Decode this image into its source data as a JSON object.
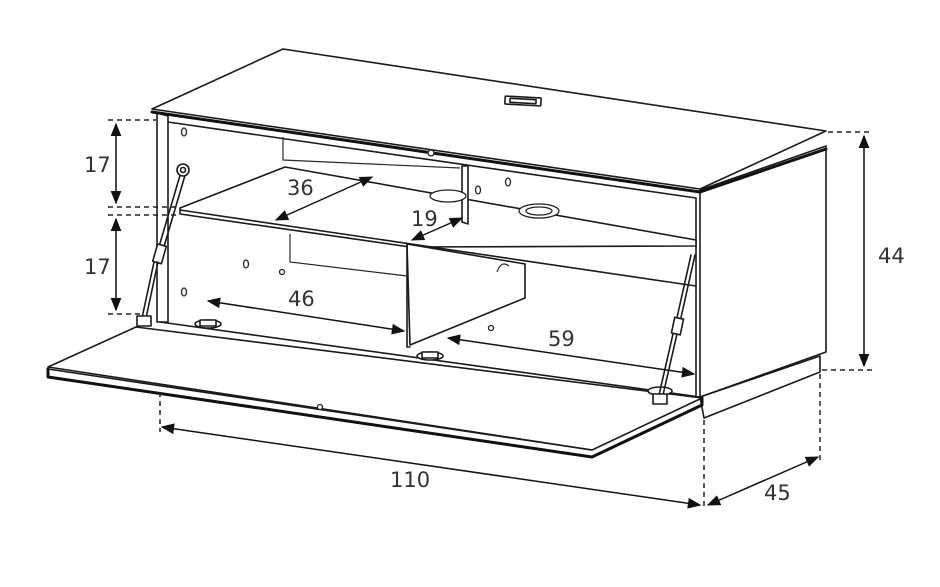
{
  "dimensions": {
    "upper_height": "17",
    "lower_height": "17",
    "total_height": "44",
    "upper_depth": "36",
    "divider_gap": "19",
    "lower_left_width": "46",
    "lower_right_width": "59",
    "total_width": "110",
    "total_depth": "45"
  },
  "colors": {
    "line": "#1a1a1a",
    "text": "#333333",
    "background": "#ffffff"
  }
}
